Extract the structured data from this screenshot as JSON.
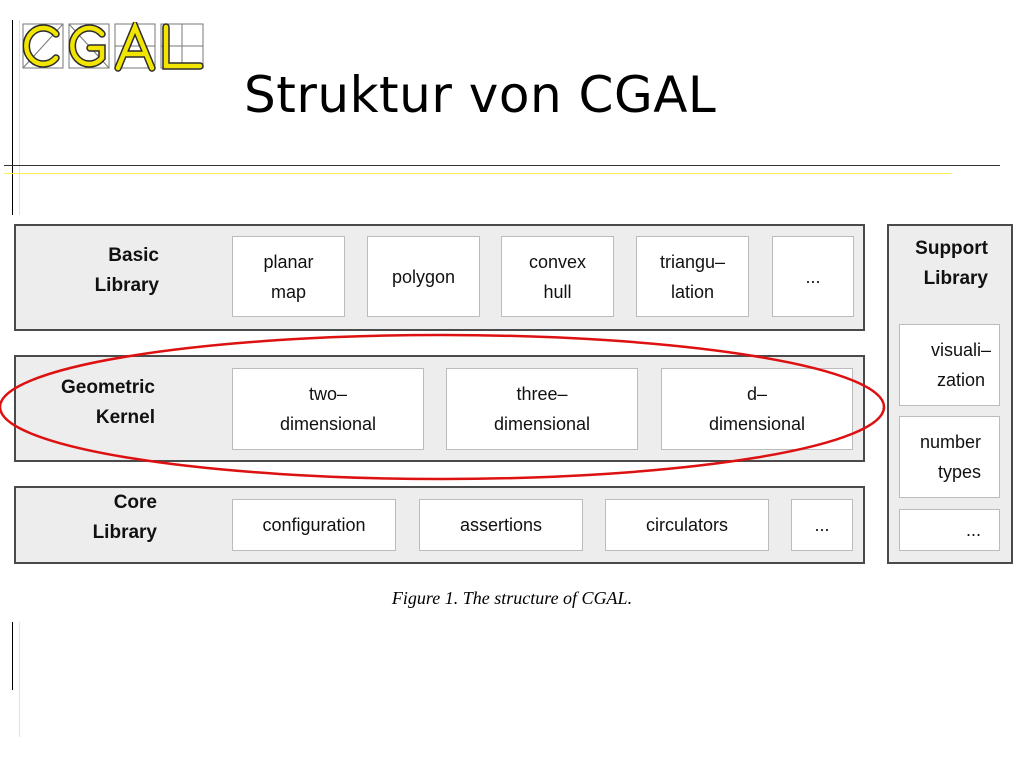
{
  "slide": {
    "title": "Struktur von CGAL",
    "logo_text": "CGAL"
  },
  "diagram": {
    "basic_library": {
      "label": "Basic\nLibrary",
      "items": [
        "planar\nmap",
        "polygon",
        "convex\nhull",
        "triangu–\nlation",
        "..."
      ]
    },
    "geometric_kernel": {
      "label": "Geometric\nKernel",
      "items": [
        "two–\ndimensional",
        "three–\ndimensional",
        "d–\ndimensional"
      ]
    },
    "core_library": {
      "label": "Core\nLibrary",
      "items": [
        "configuration",
        "assertions",
        "circulators",
        "..."
      ]
    },
    "support_library": {
      "label": "Support\nLibrary",
      "items": [
        "visuali–\nzation",
        "number\ntypes",
        "..."
      ]
    },
    "caption": "Figure 1. The structure of CGAL.",
    "highlight_color": "#dd1111"
  }
}
